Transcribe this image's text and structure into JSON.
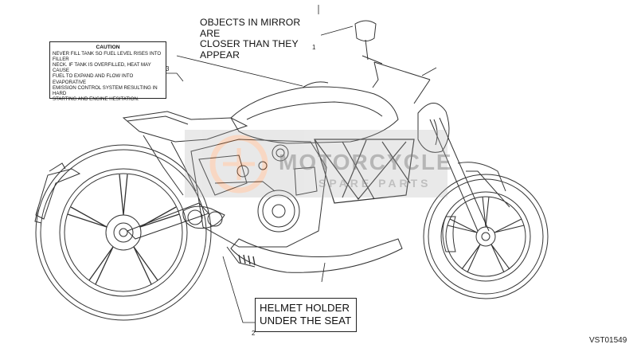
{
  "labels": {
    "caution": {
      "title": "CAUTION",
      "lines": [
        "NEVER FILL TANK SO FUEL LEVEL RISES INTO FILLER",
        "NECK. IF TANK IS OVERFILLED, HEAT MAY CAUSE",
        "FUEL TO EXPAND AND FLOW INTO EVAPORATIVE",
        "EMISSION CONTROL SYSTEM RESULTING IN HARD",
        "STARTING AND ENGINE HESITATION."
      ]
    },
    "mirror": {
      "line1": "OBJECTS IN MIRROR ARE",
      "line2": "CLOSER THAN THEY APPEAR"
    },
    "helmet": {
      "line1": "HELMET HOLDER",
      "line2": "UNDER THE SEAT"
    }
  },
  "callouts": {
    "mirror_number": "1",
    "helmet_number": "2",
    "caution_number": "3"
  },
  "drawing_reference": "VST01549",
  "watermark": {
    "brand": "MOTORCYCLE",
    "sub": "SPARE PARTS",
    "color": "#e8742a"
  }
}
